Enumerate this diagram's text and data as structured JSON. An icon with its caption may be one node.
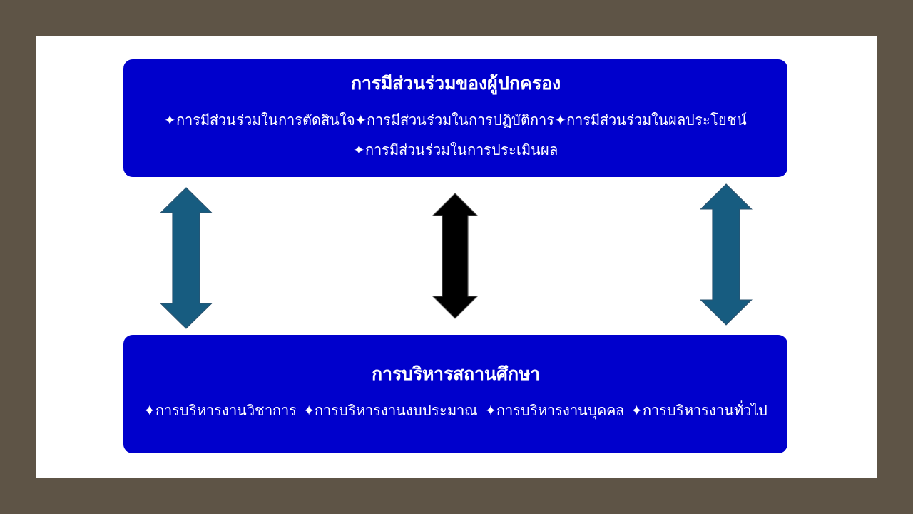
{
  "diagram": {
    "nodes": [
      {
        "text": [
          "การมีส่วนร่วมของผู้ปกครอง",
          "✦การมีส่วนร่วมในการตัดสินใจ",
          "✦การมีส่วนร่วมในการปฏิบัติการ",
          "✦การมีส่วนร่วมในผลประโยชน์",
          "✦การมีส่วนร่วมในการประเมินผล"
        ]
      },
      {
        "text": [
          "การบริหารสถานศึกษา",
          "✦การบริหารงานวิชาการ",
          "✦การบริหารงานงบประมาณ",
          "✦การบริหารงานบุคคล",
          "✦การบริหารงานทั่วไป"
        ]
      }
    ],
    "edges": [
      {
        "from": 0,
        "to": 1,
        "arrow": "both"
      },
      {
        "from": 0,
        "to": 1,
        "arrow": "both",
        "color": "#000000"
      },
      {
        "from": 0,
        "to": 1,
        "arrow": "both"
      }
    ]
  }
}
